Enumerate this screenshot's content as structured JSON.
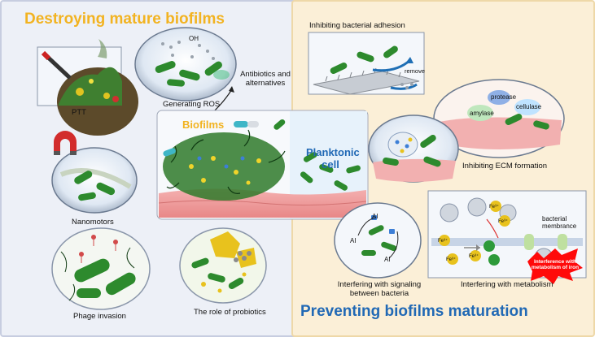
{
  "colors": {
    "left_title": "#f2b321",
    "right_title": "#2169b5",
    "biofilm_label": "#f2b321",
    "planktonic_label": "#2169b5",
    "interference_box": "#ff0a0a",
    "bacteria": "#2d8a2d"
  },
  "left": {
    "title": "Destroying mature biofilms",
    "labels": {
      "ptt": "PTT",
      "generating_ros": "Generating ROS",
      "ros_symbol": "OH",
      "antibiotics_line1": "Antibiotics and",
      "antibiotics_line2": "alternatives",
      "nanomotors": "Nanomotors",
      "phage": "Phage invasion",
      "probiotics": "The role of probiotics"
    }
  },
  "center": {
    "biofilms": "Biofilms",
    "planktonic_line1": "Planktonic",
    "planktonic_line2": "cell"
  },
  "right": {
    "title": "Preventing biofilms maturation",
    "labels": {
      "adhesion": "Inhibiting bacterial adhesion",
      "remove": "remove",
      "protease": "protease",
      "cellulase": "cellulase",
      "amylase": "amylase",
      "ecm": "Inhibiting ECM formation",
      "signaling_line1": "Interfering with signaling",
      "signaling_line2": "between bacteria",
      "ai": "AI",
      "fe3": "Fe³⁺",
      "bacterial_line1": "bacterial",
      "bacterial_line2": "membrance",
      "interference_line1": "Interference with",
      "interference_line2": "metabolism of iron",
      "metabolism": "Interfering with metabolism"
    }
  }
}
